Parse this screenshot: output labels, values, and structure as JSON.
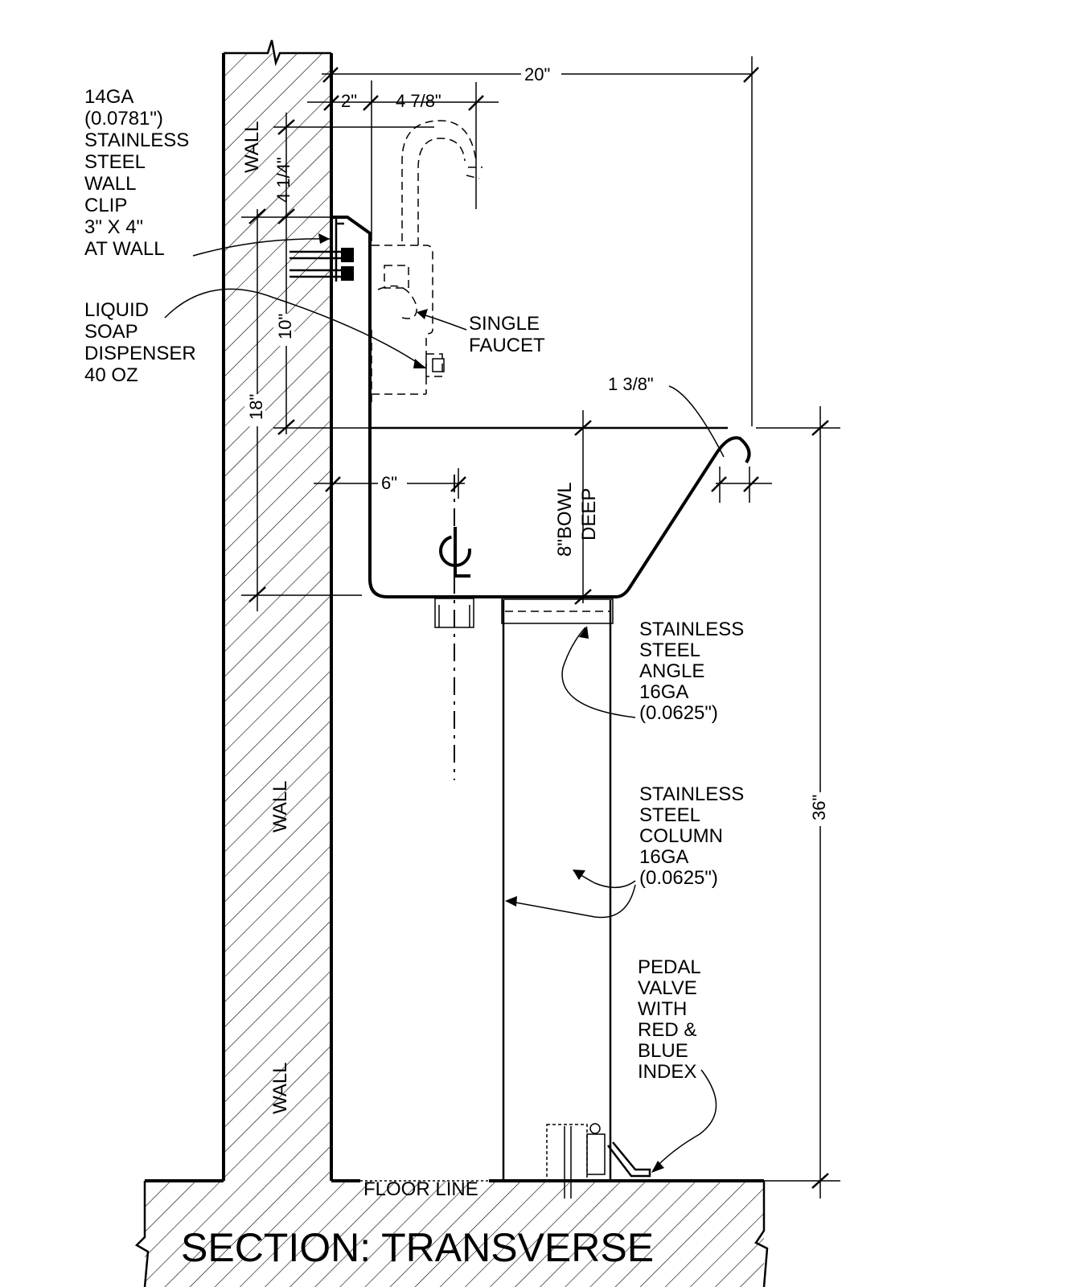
{
  "labels": {
    "wall_clip": [
      "14GA",
      "(0.0781\")",
      "STAINLESS",
      "STEEL",
      "WALL",
      "CLIP",
      "3\" X 4\"",
      "AT WALL"
    ],
    "soap": [
      "LIQUID",
      "SOAP",
      "DISPENSER",
      "40 OZ"
    ],
    "faucet": [
      "SINGLE",
      "FAUCET"
    ],
    "angle": [
      "STAINLESS",
      "STEEL",
      "ANGLE",
      "16GA",
      "(0.0625\")"
    ],
    "column": [
      "STAINLESS",
      "STEEL",
      "COLUMN",
      "16GA",
      "(0.0625\")"
    ],
    "pedal": [
      "PEDAL",
      "VALVE",
      "WITH",
      "RED &",
      "BLUE",
      "INDEX"
    ],
    "wall_top": "WALL",
    "wall_mid": "WALL",
    "wall_bottom": "WALL",
    "floor_line": "FLOOR LINE",
    "bowl_line1": "8\"BOWL",
    "bowl_line2": "DEEP",
    "centerline": "CL",
    "title": "SECTION: TRANSVERSE"
  },
  "dimensions": {
    "overall_depth": "20\"",
    "wall_offset": "2\"",
    "faucet_reach": "4 7/8\"",
    "faucet_height": "4 1/4\"",
    "clip_to_rim": "10\"",
    "wall_to_bottom": "18\"",
    "rim": "1 3/8\"",
    "drain_offset": "6\"",
    "rim_height": "36\""
  }
}
